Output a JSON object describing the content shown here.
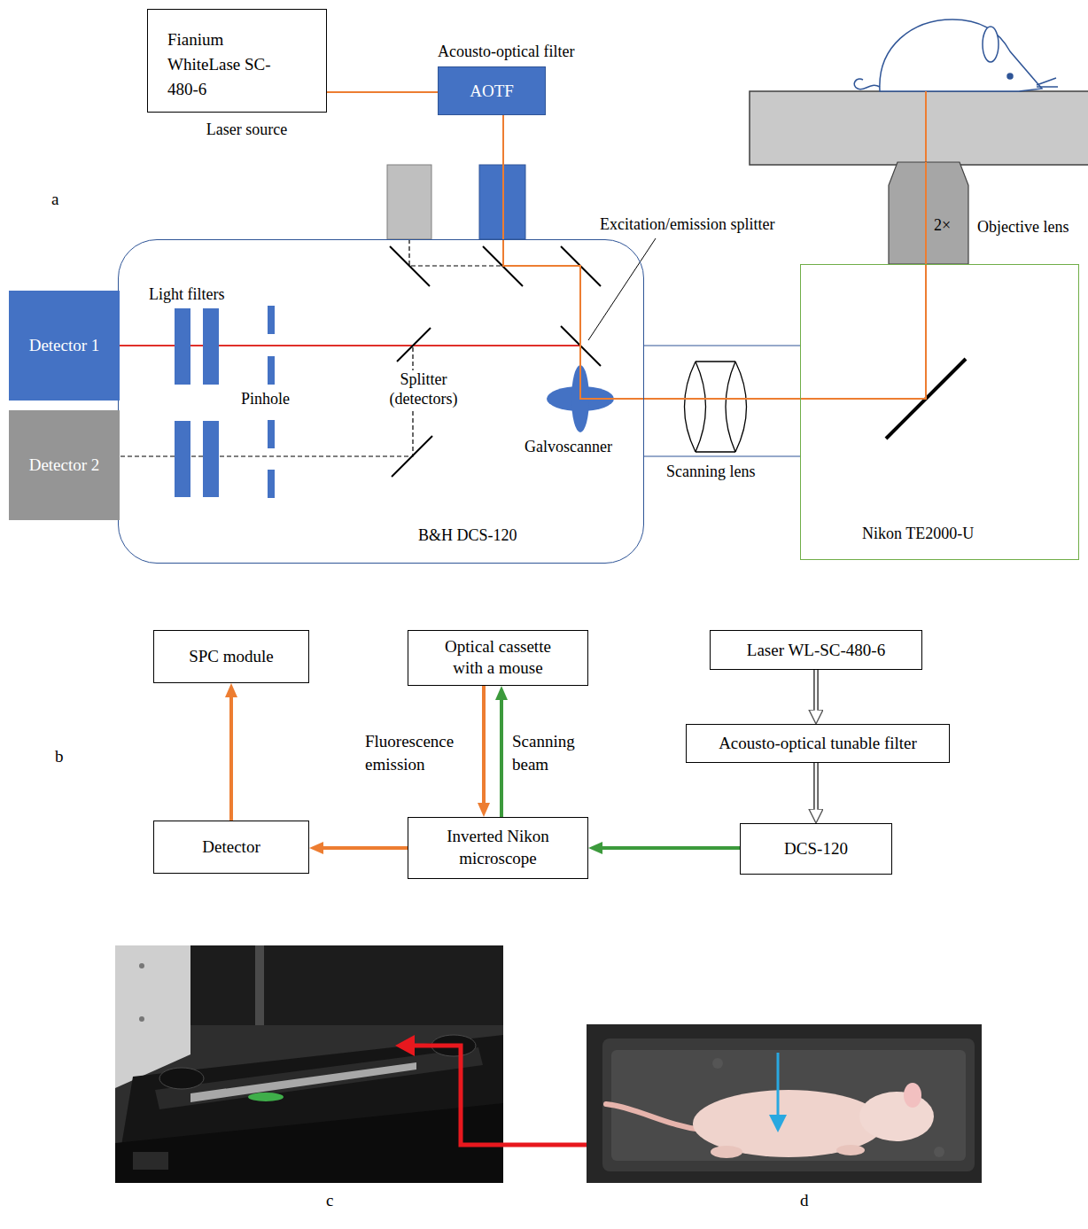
{
  "diagram": {
    "nodes": [
      {
        "text": [
          "Fianium WhiteLase SC-480-6",
          "Laser source"
        ]
      },
      {
        "text": [
          "Acousto-optical filter",
          "AOTF"
        ]
      },
      {
        "text": [
          "2×",
          "Objective lens"
        ]
      },
      {
        "text": [
          "B&H DCS-120"
        ]
      },
      {
        "text": [
          "Detector 1"
        ]
      },
      {
        "text": [
          "Detector 2"
        ]
      },
      {
        "text": [
          "Nikon TE2000-U"
        ]
      },
      {
        "text": [
          "SPC module"
        ]
      },
      {
        "text": [
          "Optical cassette with a mouse"
        ]
      },
      {
        "text": [
          "Laser WL-SC-480-6"
        ]
      },
      {
        "text": [
          "Acousto-optical tunable filter"
        ]
      },
      {
        "text": [
          "Detector"
        ]
      },
      {
        "text": [
          "Inverted Nikon microscope"
        ]
      },
      {
        "text": [
          "DCS-120"
        ]
      }
    ],
    "edges": [
      {
        "from": 0,
        "to": 1,
        "arrow": "none"
      },
      {
        "from": 9,
        "to": 10,
        "arrow": "to"
      },
      {
        "from": 10,
        "to": 13,
        "arrow": "to"
      },
      {
        "from": 13,
        "to": 12,
        "arrow": "to"
      },
      {
        "from": 12,
        "to": 8,
        "arrow": "to",
        "label": "Scanning beam"
      },
      {
        "from": 8,
        "to": 12,
        "arrow": "to",
        "label": "Fluorescence emission"
      },
      {
        "from": 12,
        "to": 11,
        "arrow": "to"
      },
      {
        "from": 11,
        "to": 7,
        "arrow": "to"
      }
    ],
    "labels": [
      "a",
      "Excitation/emission splitter",
      "Light filters",
      "Splitter (detectors)",
      "Pinhole",
      "Galvoscanner",
      "Scanning lens",
      "b",
      "c",
      "d"
    ]
  }
}
